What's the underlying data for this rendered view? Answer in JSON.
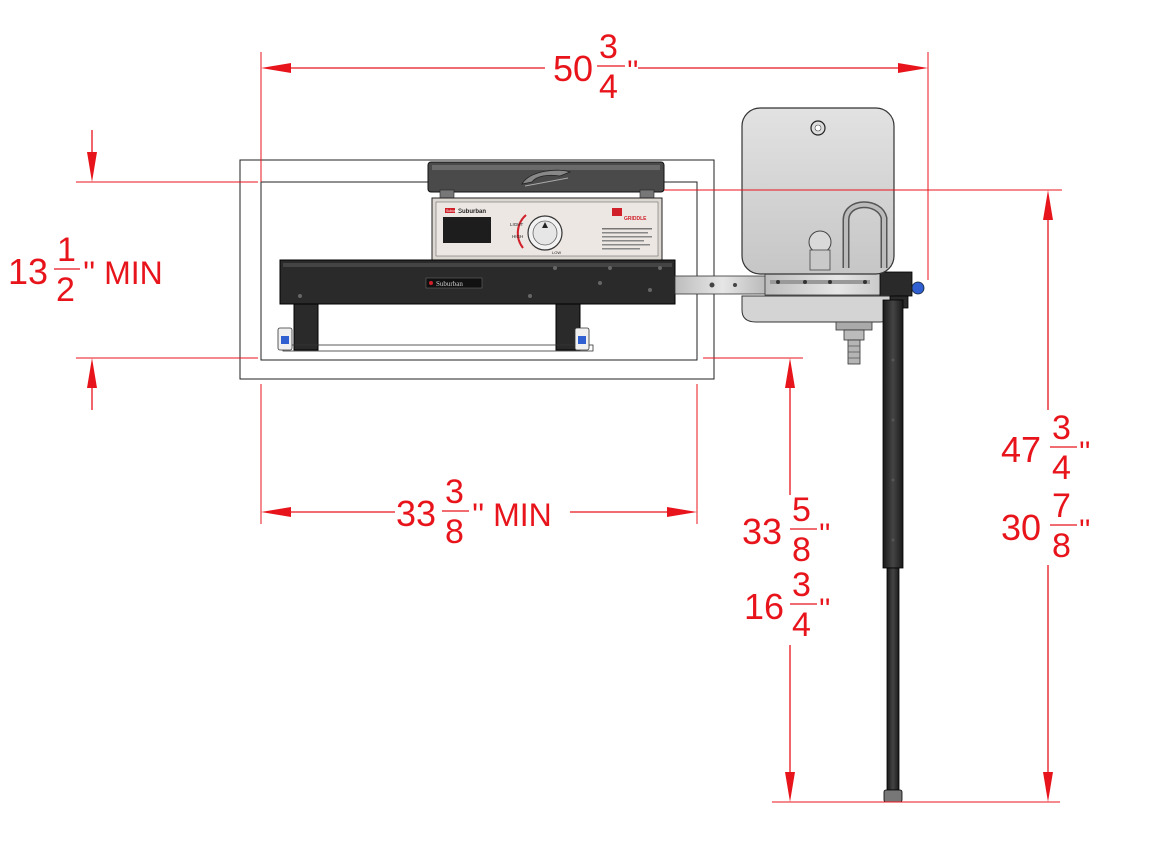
{
  "dimensions": {
    "overall_width": {
      "whole": "50",
      "num": "3",
      "den": "4",
      "suffix": "''"
    },
    "cutout_height": {
      "whole": "13",
      "num": "1",
      "den": "2",
      "suffix": "'' MIN"
    },
    "cutout_width": {
      "whole": "33",
      "num": "3",
      "den": "8",
      "suffix": "'' MIN"
    },
    "leg_height_max": {
      "whole": "33",
      "num": "5",
      "den": "8",
      "suffix": "''"
    },
    "leg_height_min": {
      "whole": "16",
      "num": "3",
      "den": "4",
      "suffix": "''"
    },
    "total_height_max": {
      "whole": "47",
      "num": "3",
      "den": "4",
      "suffix": "''"
    },
    "total_height_min": {
      "whole": "30",
      "num": "7",
      "den": "8",
      "suffix": "''"
    }
  },
  "product_labels": {
    "brand_badge": "Suburban",
    "control_panel_brand": "Suburban",
    "control_light": "LIGHT",
    "control_high": "HIGH",
    "control_low": "LOW",
    "griddle_name": "GRIDDLE",
    "rail_badge": "Suburban"
  },
  "colors": {
    "dimension": "#e8141b",
    "frame": "#2a2a2a",
    "steel": "#c9c9c9",
    "latch": "#2f5fd0"
  }
}
